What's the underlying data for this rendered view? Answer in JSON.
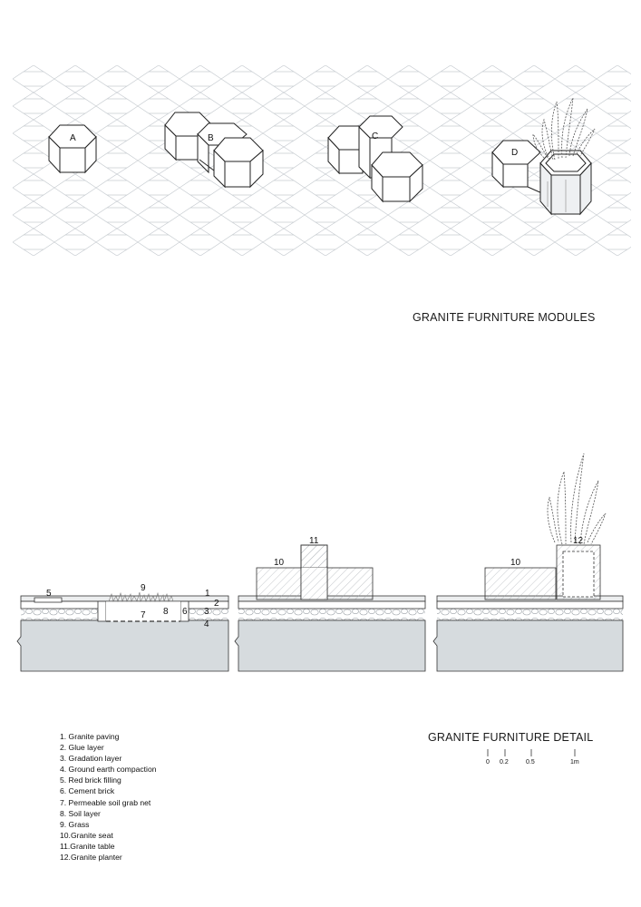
{
  "modules": {
    "title": "GRANITE FURNITURE MODULES",
    "labels": [
      "A",
      "B",
      "C",
      "D"
    ]
  },
  "detail": {
    "title": "GRANITE FURNITURE DETAIL",
    "section_numbers": [
      "1",
      "2",
      "3",
      "4",
      "5",
      "6",
      "7",
      "8",
      "9",
      "10",
      "11",
      "12"
    ],
    "scale": [
      "0",
      "0.2",
      "0.5",
      "1m"
    ]
  },
  "legend": [
    "1. Granite paving",
    "2. Glue layer",
    "3. Gradation layer",
    "4. Ground earth compaction",
    "5. Red brick filling",
    "6. Cement brick",
    "7. Permeable soil grab net",
    "8. Soil layer",
    "9. Grass",
    "10.Granite seat",
    "11.Granite table",
    "12.Granite planter"
  ],
  "colors": {
    "line": "#333333",
    "grid": "#c8cdd2",
    "soil": "#d6dbde",
    "granite_hatch": "#8a8f94"
  }
}
